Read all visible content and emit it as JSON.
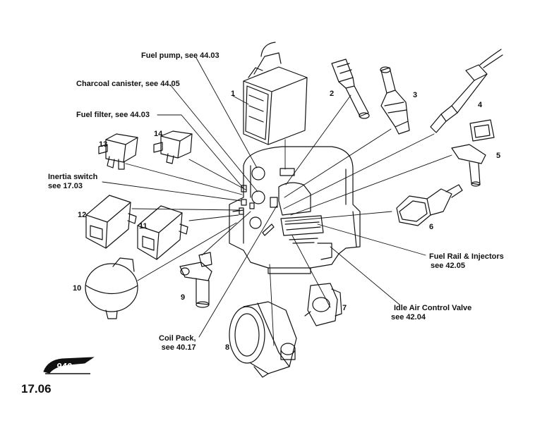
{
  "callouts": {
    "fuel_pump": "Fuel pump, see 44.03",
    "charcoal_canister": "Charcoal canister,  see 44.05",
    "fuel_filter": "Fuel filter, see 44.03",
    "inertia_switch_line1": "Inertia switch",
    "inertia_switch_line2": "see 17.03",
    "fuel_rail_line1": "Fuel Rail & Injectors",
    "fuel_rail_line2": "see 42.05",
    "iac_line1": "Idle Air Control Valve",
    "iac_line2": "see 42.04",
    "coil_line1": "Coil Pack,",
    "coil_line2": "see 40.17"
  },
  "part_numbers": [
    "1",
    "2",
    "3",
    "4",
    "5",
    "6",
    "7",
    "8",
    "9",
    "10",
    "11",
    "12",
    "13",
    "14"
  ],
  "logo_text": "940",
  "page_number": "17.06"
}
